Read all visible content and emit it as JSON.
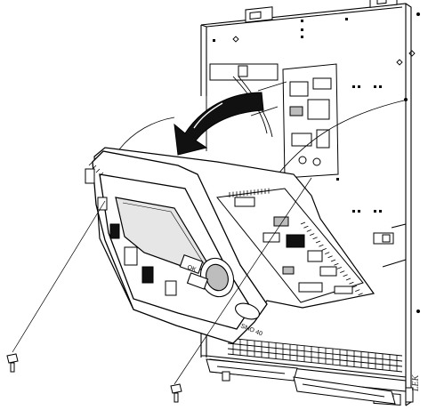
{
  "panel": {
    "button_ok": "OK",
    "model_label": "SMO 40"
  },
  "watermark": "LEK",
  "colors": {
    "line": "#000000",
    "panel_fill": "#ffffff",
    "display_fill": "#e6e6e6",
    "shade": "#bdbdbd",
    "dark_fill": "#111111"
  },
  "icons": [
    "rotation-arrow-icon",
    "screw-icon"
  ]
}
